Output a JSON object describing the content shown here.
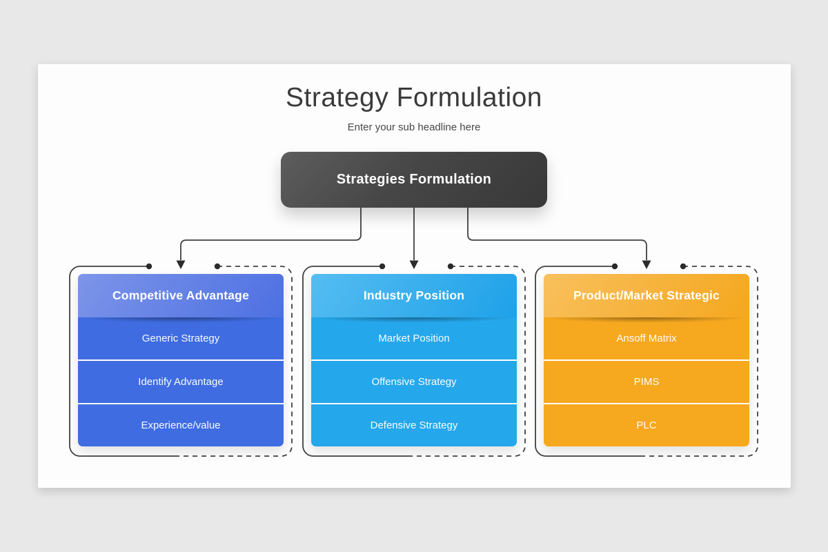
{
  "slide": {
    "title": "Strategy Formulation",
    "subtitle": "Enter your sub headline here",
    "root": {
      "label": "Strategies Formulation"
    }
  },
  "branches": [
    {
      "title": "Competitive Advantage",
      "items": [
        "Generic Strategy",
        "Identify Advantage",
        "Experience/value"
      ],
      "header_gradient": [
        "#7d95e9",
        "#4d70e2"
      ],
      "body_color": "#3f6ce1"
    },
    {
      "title": "Industry Position",
      "items": [
        "Market Position",
        "Offensive Strategy",
        "Defensive Strategy"
      ],
      "header_gradient": [
        "#55bdf1",
        "#1ea1e9"
      ],
      "body_color": "#25a7eb"
    },
    {
      "title": "Product/Market Strategic",
      "items": [
        "Ansoff Matrix",
        "PIMS",
        "PLC"
      ],
      "header_gradient": [
        "#f8c05d",
        "#f5a71e"
      ],
      "body_color": "#f6a81f"
    }
  ],
  "colors": {
    "canvas_bg": "#e9e8e8",
    "slide_bg": "#fdfdfd",
    "title_text": "#3a3a3a",
    "subtitle_text": "#474747",
    "root_gradient": [
      "#5d5d5d",
      "#383838"
    ],
    "root_text": "#ffffff",
    "connector_line": "#404040",
    "anchor_dot": "#2b2b2b",
    "divider": "#ffffff"
  }
}
